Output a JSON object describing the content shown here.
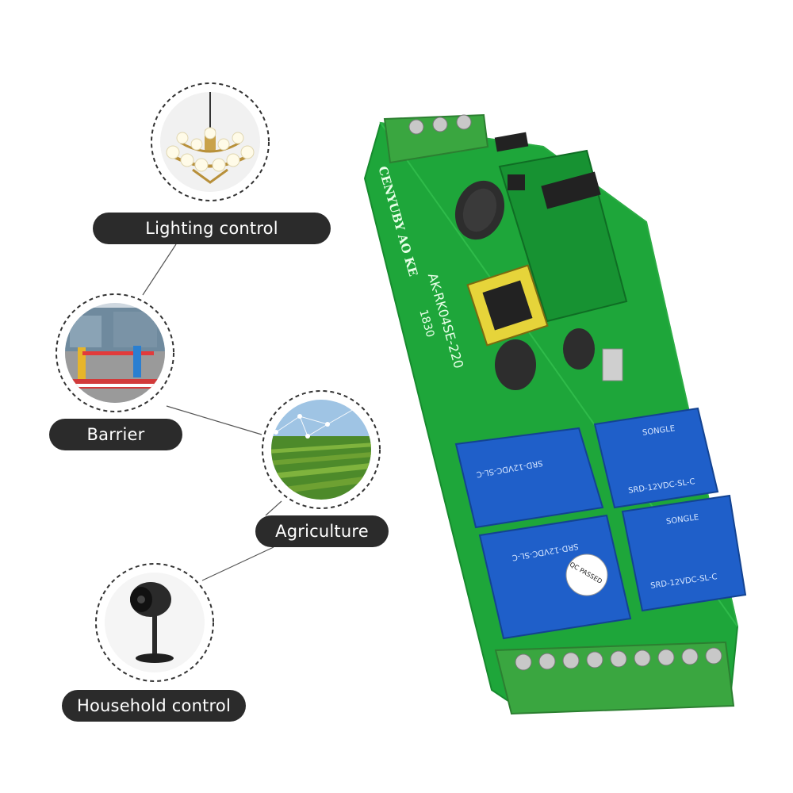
{
  "features": [
    {
      "label": "Lighting control",
      "icon": "chandelier-icon"
    },
    {
      "label": "Barrier",
      "icon": "parking-barrier-icon"
    },
    {
      "label": "Agriculture",
      "icon": "farm-field-icon"
    },
    {
      "label": "Household control",
      "icon": "fan-icon"
    }
  ],
  "board": {
    "brand_text": "CENYUBY AO KE",
    "model_text": "AK-RK04SE-220",
    "date_code": "1830",
    "relay_brand": "SONGLE",
    "relay_model": "SRD-12VDC-SL-C",
    "qc_stamp": "QC PASSED",
    "colors": {
      "pcb": "#1ea63a",
      "relay": "#1f5fc9",
      "terminal": "#3aa640"
    }
  }
}
